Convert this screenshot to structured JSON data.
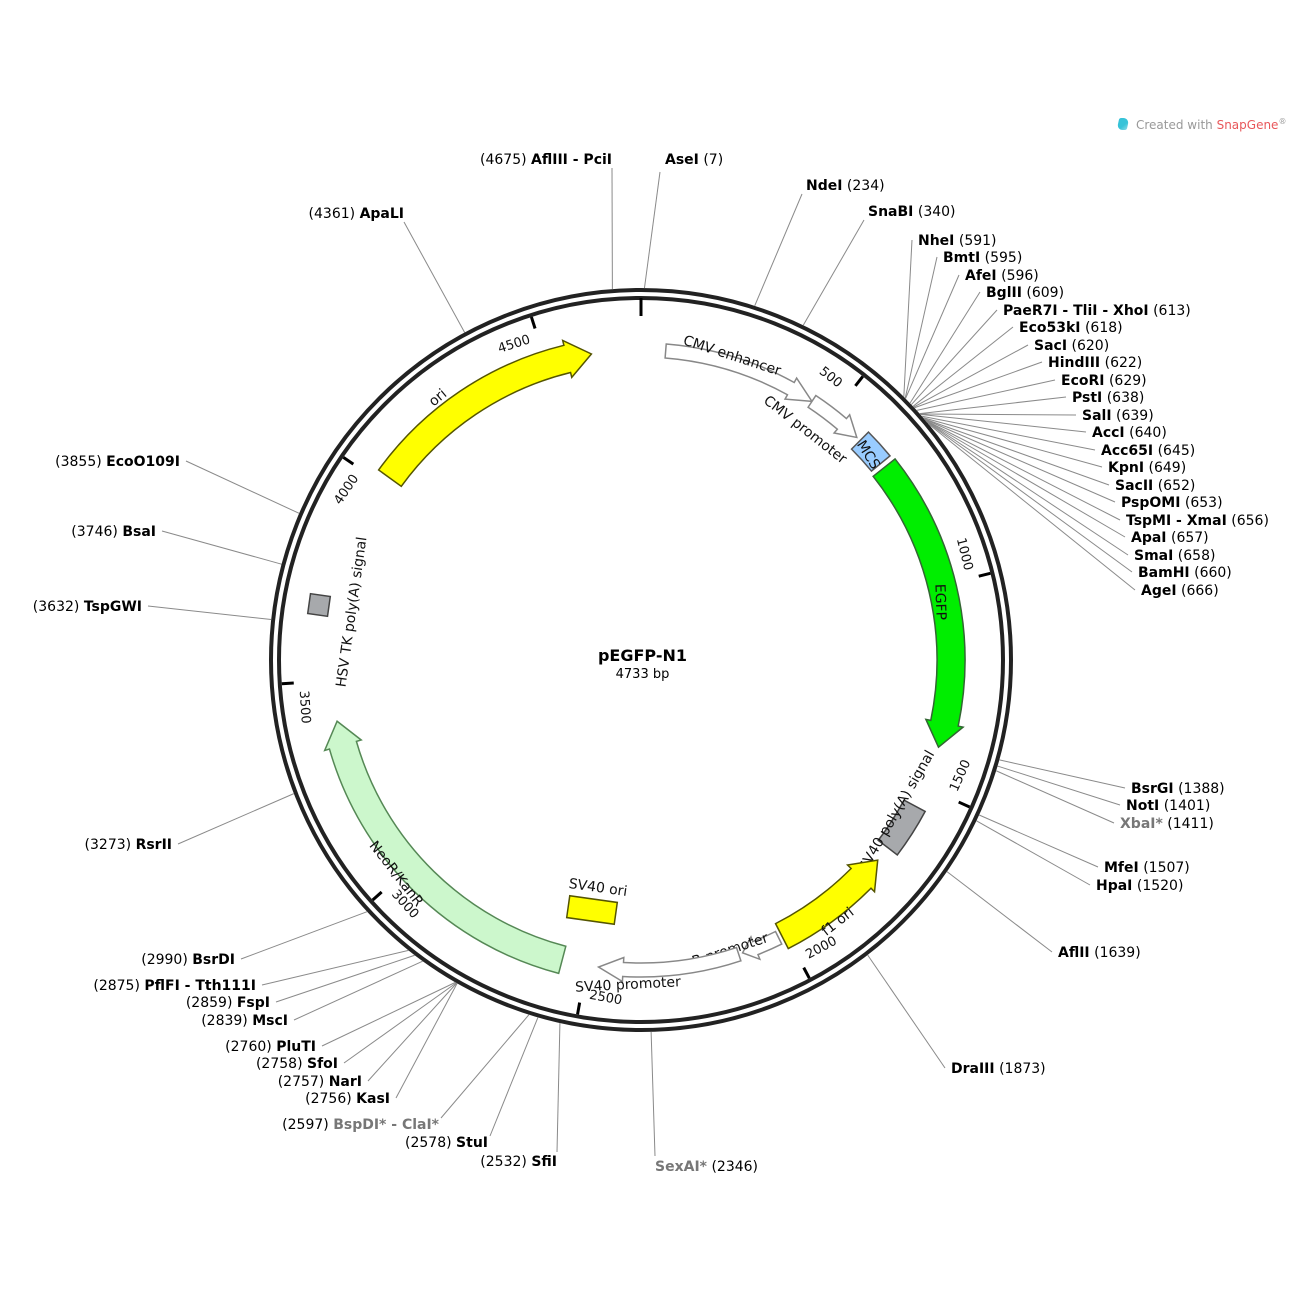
{
  "plasmid": {
    "name": "pEGFP-N1",
    "length_label": "4733 bp",
    "length": 4733
  },
  "credit": {
    "prefix": "Created with ",
    "brand": "SnapGene",
    "mark": "®"
  },
  "ticks": [
    {
      "pos": 500,
      "label": "500"
    },
    {
      "pos": 1000,
      "label": "1000"
    },
    {
      "pos": 1500,
      "label": "1500"
    },
    {
      "pos": 2000,
      "label": "2000"
    },
    {
      "pos": 2500,
      "label": "2500"
    },
    {
      "pos": 3000,
      "label": "3000"
    },
    {
      "pos": 3500,
      "label": "3500"
    },
    {
      "pos": 4000,
      "label": "4000"
    },
    {
      "pos": 4500,
      "label": "4500"
    }
  ],
  "features": [
    {
      "id": "cmv-enhancer",
      "label": "CMV enhancer",
      "start": 60,
      "end": 440,
      "radius": 310,
      "width": 14,
      "fill": "#ffffff",
      "stroke": "#888888",
      "arrow": "end",
      "text_color": "#111111"
    },
    {
      "id": "cmv-promoter",
      "label": "CMV promoter",
      "start": 440,
      "end": 580,
      "radius": 310,
      "width": 14,
      "fill": "#ffffff",
      "stroke": "#888888",
      "arrow": "end",
      "text_color": "#111111"
    },
    {
      "id": "mcs",
      "label": "MCS",
      "start": 591,
      "end": 666,
      "radius": 310,
      "width": 24,
      "fill": "#99ccff",
      "stroke": "#555555",
      "arrow": "none",
      "text_color": "#111111"
    },
    {
      "id": "egfp",
      "label": "EGFP",
      "start": 679,
      "end": 1398,
      "radius": 310,
      "width": 28,
      "fill": "#00ee00",
      "stroke": "#336633",
      "arrow": "end",
      "text_color": "#111111"
    },
    {
      "id": "sv40-polya",
      "label": "SV40 poly(A) signal",
      "start": 1552,
      "end": 1673,
      "radius": 310,
      "width": 24,
      "fill": "#a7a9ac",
      "stroke": "#444444",
      "arrow": "none",
      "text_color": "#111111"
    },
    {
      "id": "f1-ori",
      "label": "f1 ori",
      "start": 1712,
      "end": 2011,
      "radius": 310,
      "width": 28,
      "fill": "#ffff00",
      "stroke": "#555500",
      "arrow": "start",
      "text_color": "#111111"
    },
    {
      "id": "ampr-promoter",
      "label": "AmpR promoter",
      "start": 2020,
      "end": 2115,
      "radius": 310,
      "width": 14,
      "fill": "#ffffff",
      "stroke": "#888888",
      "arrow": "end",
      "text_color": "#111111"
    },
    {
      "id": "sv40-promoter",
      "label": "SV40 promoter",
      "start": 2125,
      "end": 2470,
      "radius": 310,
      "width": 14,
      "fill": "#ffffff",
      "stroke": "#888888",
      "arrow": "end",
      "text_color": "#111111"
    },
    {
      "id": "neor-kanr",
      "label": "NeoR/KanR",
      "start": 2560,
      "end": 3400,
      "radius": 310,
      "width": 28,
      "fill": "#ccf7cc",
      "stroke": "#558855",
      "arrow": "end",
      "text_color": "#111111"
    },
    {
      "id": "hsv-tk-polya",
      "label": "HSV TK poly(A) signal",
      "start": 3740,
      "end": 3760,
      "radius": 310,
      "width": 20,
      "fill": "#a7a9ac",
      "stroke": "#444444",
      "arrow": "none",
      "text_color": "#111111"
    },
    {
      "id": "ori",
      "label": "ori",
      "start": 4022,
      "end": 4612,
      "radius": 310,
      "width": 28,
      "fill": "#ffff00",
      "stroke": "#555500",
      "arrow": "end",
      "text_color": "#111111"
    }
  ],
  "sv40_ori": {
    "label": "SV40 ori"
  },
  "sites": [
    {
      "name": "AseI",
      "pos": "7",
      "bp": 7,
      "gray": false,
      "pos_first": false
    },
    {
      "name": "NdeI",
      "pos": "234",
      "bp": 234,
      "gray": false,
      "pos_first": false
    },
    {
      "name": "SnaBI",
      "pos": "340",
      "bp": 340,
      "gray": false,
      "pos_first": false
    },
    {
      "name": "NheI",
      "pos": "591",
      "bp": 591,
      "gray": false,
      "pos_first": false
    },
    {
      "name": "BmtI",
      "pos": "595",
      "bp": 595,
      "gray": false,
      "pos_first": false
    },
    {
      "name": "AfeI",
      "pos": "596",
      "bp": 596,
      "gray": false,
      "pos_first": false
    },
    {
      "name": "BglII",
      "pos": "609",
      "bp": 609,
      "gray": false,
      "pos_first": false
    },
    {
      "name": "PaeR7I - TliI - XhoI",
      "pos": "613",
      "bp": 613,
      "gray": false,
      "pos_first": false
    },
    {
      "name": "Eco53kI",
      "pos": "618",
      "bp": 618,
      "gray": false,
      "pos_first": false
    },
    {
      "name": "SacI",
      "pos": "620",
      "bp": 620,
      "gray": false,
      "pos_first": false
    },
    {
      "name": "HindIII",
      "pos": "622",
      "bp": 622,
      "gray": false,
      "pos_first": false
    },
    {
      "name": "EcoRI",
      "pos": "629",
      "bp": 629,
      "gray": false,
      "pos_first": false
    },
    {
      "name": "PstI",
      "pos": "638",
      "bp": 638,
      "gray": false,
      "pos_first": false
    },
    {
      "name": "SalI",
      "pos": "639",
      "bp": 639,
      "gray": false,
      "pos_first": false
    },
    {
      "name": "AccI",
      "pos": "640",
      "bp": 640,
      "gray": false,
      "pos_first": false
    },
    {
      "name": "Acc65I",
      "pos": "645",
      "bp": 645,
      "gray": false,
      "pos_first": false
    },
    {
      "name": "KpnI",
      "pos": "649",
      "bp": 649,
      "gray": false,
      "pos_first": false
    },
    {
      "name": "SacII",
      "pos": "652",
      "bp": 652,
      "gray": false,
      "pos_first": false
    },
    {
      "name": "PspOMI",
      "pos": "653",
      "bp": 653,
      "gray": false,
      "pos_first": false
    },
    {
      "name": "TspMI - XmaI",
      "pos": "656",
      "bp": 656,
      "gray": false,
      "pos_first": false
    },
    {
      "name": "ApaI",
      "pos": "657",
      "bp": 657,
      "gray": false,
      "pos_first": false
    },
    {
      "name": "SmaI",
      "pos": "658",
      "bp": 658,
      "gray": false,
      "pos_first": false
    },
    {
      "name": "BamHI",
      "pos": "660",
      "bp": 660,
      "gray": false,
      "pos_first": false
    },
    {
      "name": "AgeI",
      "pos": "666",
      "bp": 666,
      "gray": false,
      "pos_first": false
    },
    {
      "name": "BsrGI",
      "pos": "1388",
      "bp": 1388,
      "gray": false,
      "pos_first": false
    },
    {
      "name": "NotI",
      "pos": "1401",
      "bp": 1401,
      "gray": false,
      "pos_first": false
    },
    {
      "name": "XbaI*",
      "pos": "1411",
      "bp": 1411,
      "gray": true,
      "pos_first": false
    },
    {
      "name": "MfeI",
      "pos": "1507",
      "bp": 1507,
      "gray": false,
      "pos_first": false
    },
    {
      "name": "HpaI",
      "pos": "1520",
      "bp": 1520,
      "gray": false,
      "pos_first": false
    },
    {
      "name": "AflII",
      "pos": "1639",
      "bp": 1639,
      "gray": false,
      "pos_first": false
    },
    {
      "name": "DraIII",
      "pos": "1873",
      "bp": 1873,
      "gray": false,
      "pos_first": false
    },
    {
      "name": "SexAI*",
      "pos": "2346",
      "bp": 2346,
      "gray": true,
      "pos_first": false
    },
    {
      "name": "SfiI",
      "pos": "2532",
      "bp": 2532,
      "gray": false,
      "pos_first": true
    },
    {
      "name": "StuI",
      "pos": "2578",
      "bp": 2578,
      "gray": false,
      "pos_first": true
    },
    {
      "name": "BspDI* - ClaI*",
      "pos": "2597",
      "bp": 2597,
      "gray": true,
      "pos_first": true
    },
    {
      "name": "KasI",
      "pos": "2756",
      "bp": 2756,
      "gray": false,
      "pos_first": true
    },
    {
      "name": "NarI",
      "pos": "2757",
      "bp": 2757,
      "gray": false,
      "pos_first": true
    },
    {
      "name": "SfoI",
      "pos": "2758",
      "bp": 2758,
      "gray": false,
      "pos_first": true
    },
    {
      "name": "PluTI",
      "pos": "2760",
      "bp": 2760,
      "gray": false,
      "pos_first": true
    },
    {
      "name": "MscI",
      "pos": "2839",
      "bp": 2839,
      "gray": false,
      "pos_first": true
    },
    {
      "name": "FspI",
      "pos": "2859",
      "bp": 2859,
      "gray": false,
      "pos_first": true
    },
    {
      "name": "PflFI - Tth111I",
      "pos": "2875",
      "bp": 2875,
      "gray": false,
      "pos_first": true
    },
    {
      "name": "BsrDI",
      "pos": "2990",
      "bp": 2990,
      "gray": false,
      "pos_first": true
    },
    {
      "name": "RsrII",
      "pos": "3273",
      "bp": 3273,
      "gray": false,
      "pos_first": true
    },
    {
      "name": "TspGWI",
      "pos": "3632",
      "bp": 3632,
      "gray": false,
      "pos_first": true
    },
    {
      "name": "BsaI",
      "pos": "3746",
      "bp": 3746,
      "gray": false,
      "pos_first": true
    },
    {
      "name": "EcoO109I",
      "pos": "3855",
      "bp": 3855,
      "gray": false,
      "pos_first": true
    },
    {
      "name": "ApaLI",
      "pos": "4361",
      "bp": 4361,
      "gray": false,
      "pos_first": true
    },
    {
      "name": "AflIII - PciI",
      "pos": "4675",
      "bp": 4675,
      "gray": false,
      "pos_first": true
    }
  ]
}
